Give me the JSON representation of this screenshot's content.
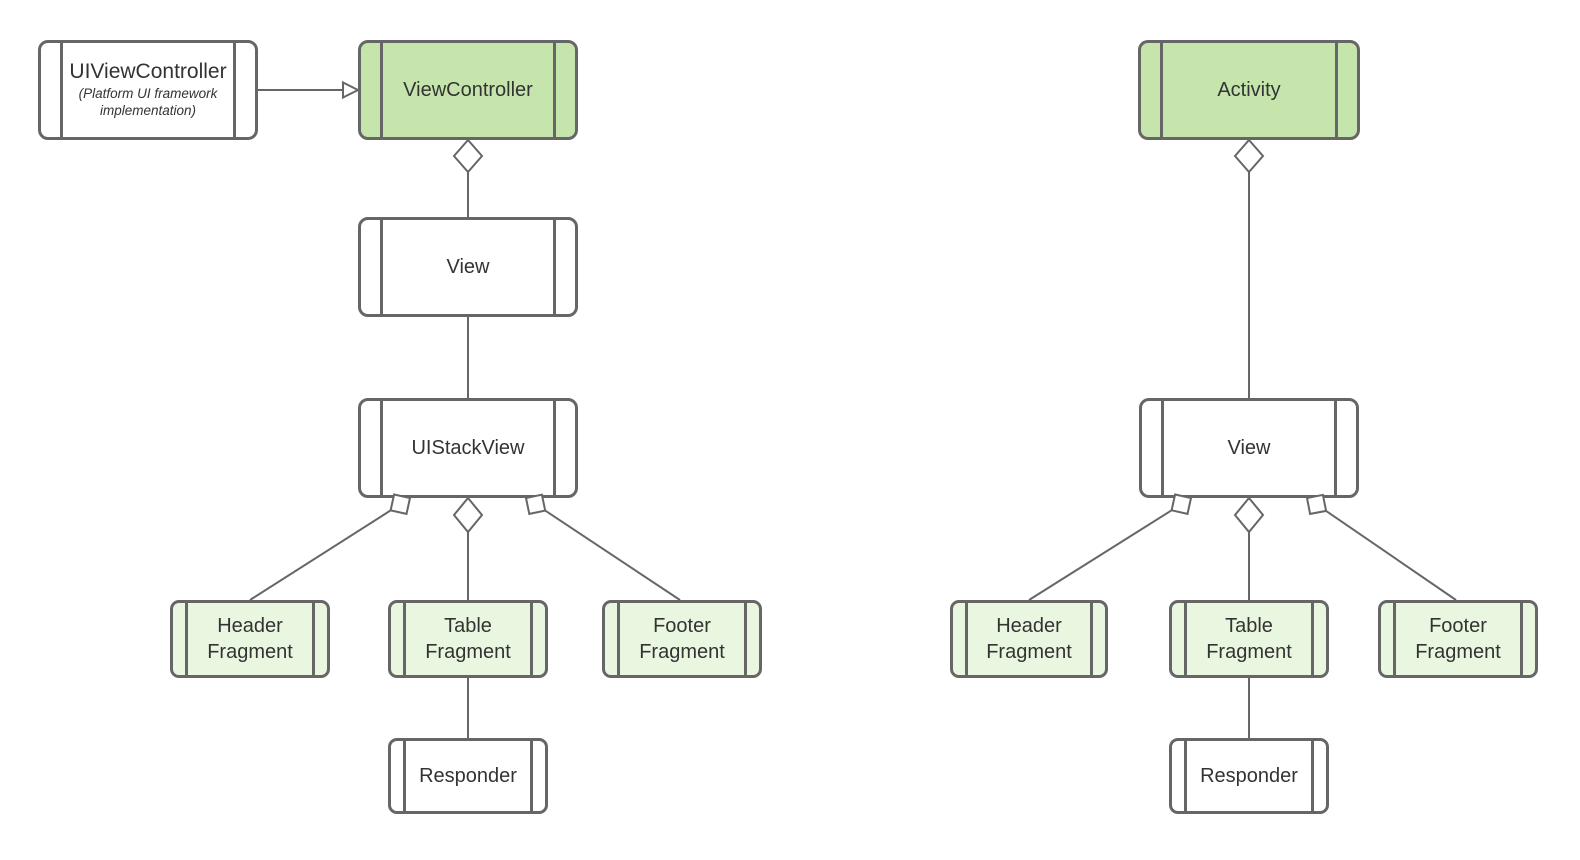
{
  "diagram": {
    "colors": {
      "stroke": "#666666",
      "text": "#333333",
      "node_green": "#c6e5ad",
      "node_light_green": "#eaf7e0",
      "node_white": "#ffffff",
      "background": "#ffffff"
    },
    "left": {
      "uiviewcontroller": {
        "title": "UIViewController",
        "subtitle": "(Platform UI framework implementation)"
      },
      "viewcontroller": {
        "label": "ViewController"
      },
      "view": {
        "label": "View"
      },
      "uistackview": {
        "label": "UIStackView"
      },
      "header_fragment": {
        "line1": "Header",
        "line2": "Fragment"
      },
      "table_fragment": {
        "line1": "Table",
        "line2": "Fragment"
      },
      "footer_fragment": {
        "line1": "Footer",
        "line2": "Fragment"
      },
      "responder": {
        "label": "Responder"
      }
    },
    "right": {
      "activity": {
        "label": "Activity"
      },
      "view": {
        "label": "View"
      },
      "header_fragment": {
        "line1": "Header",
        "line2": "Fragment"
      },
      "table_fragment": {
        "line1": "Table",
        "line2": "Fragment"
      },
      "footer_fragment": {
        "line1": "Footer",
        "line2": "Fragment"
      },
      "responder": {
        "label": "Responder"
      }
    }
  }
}
